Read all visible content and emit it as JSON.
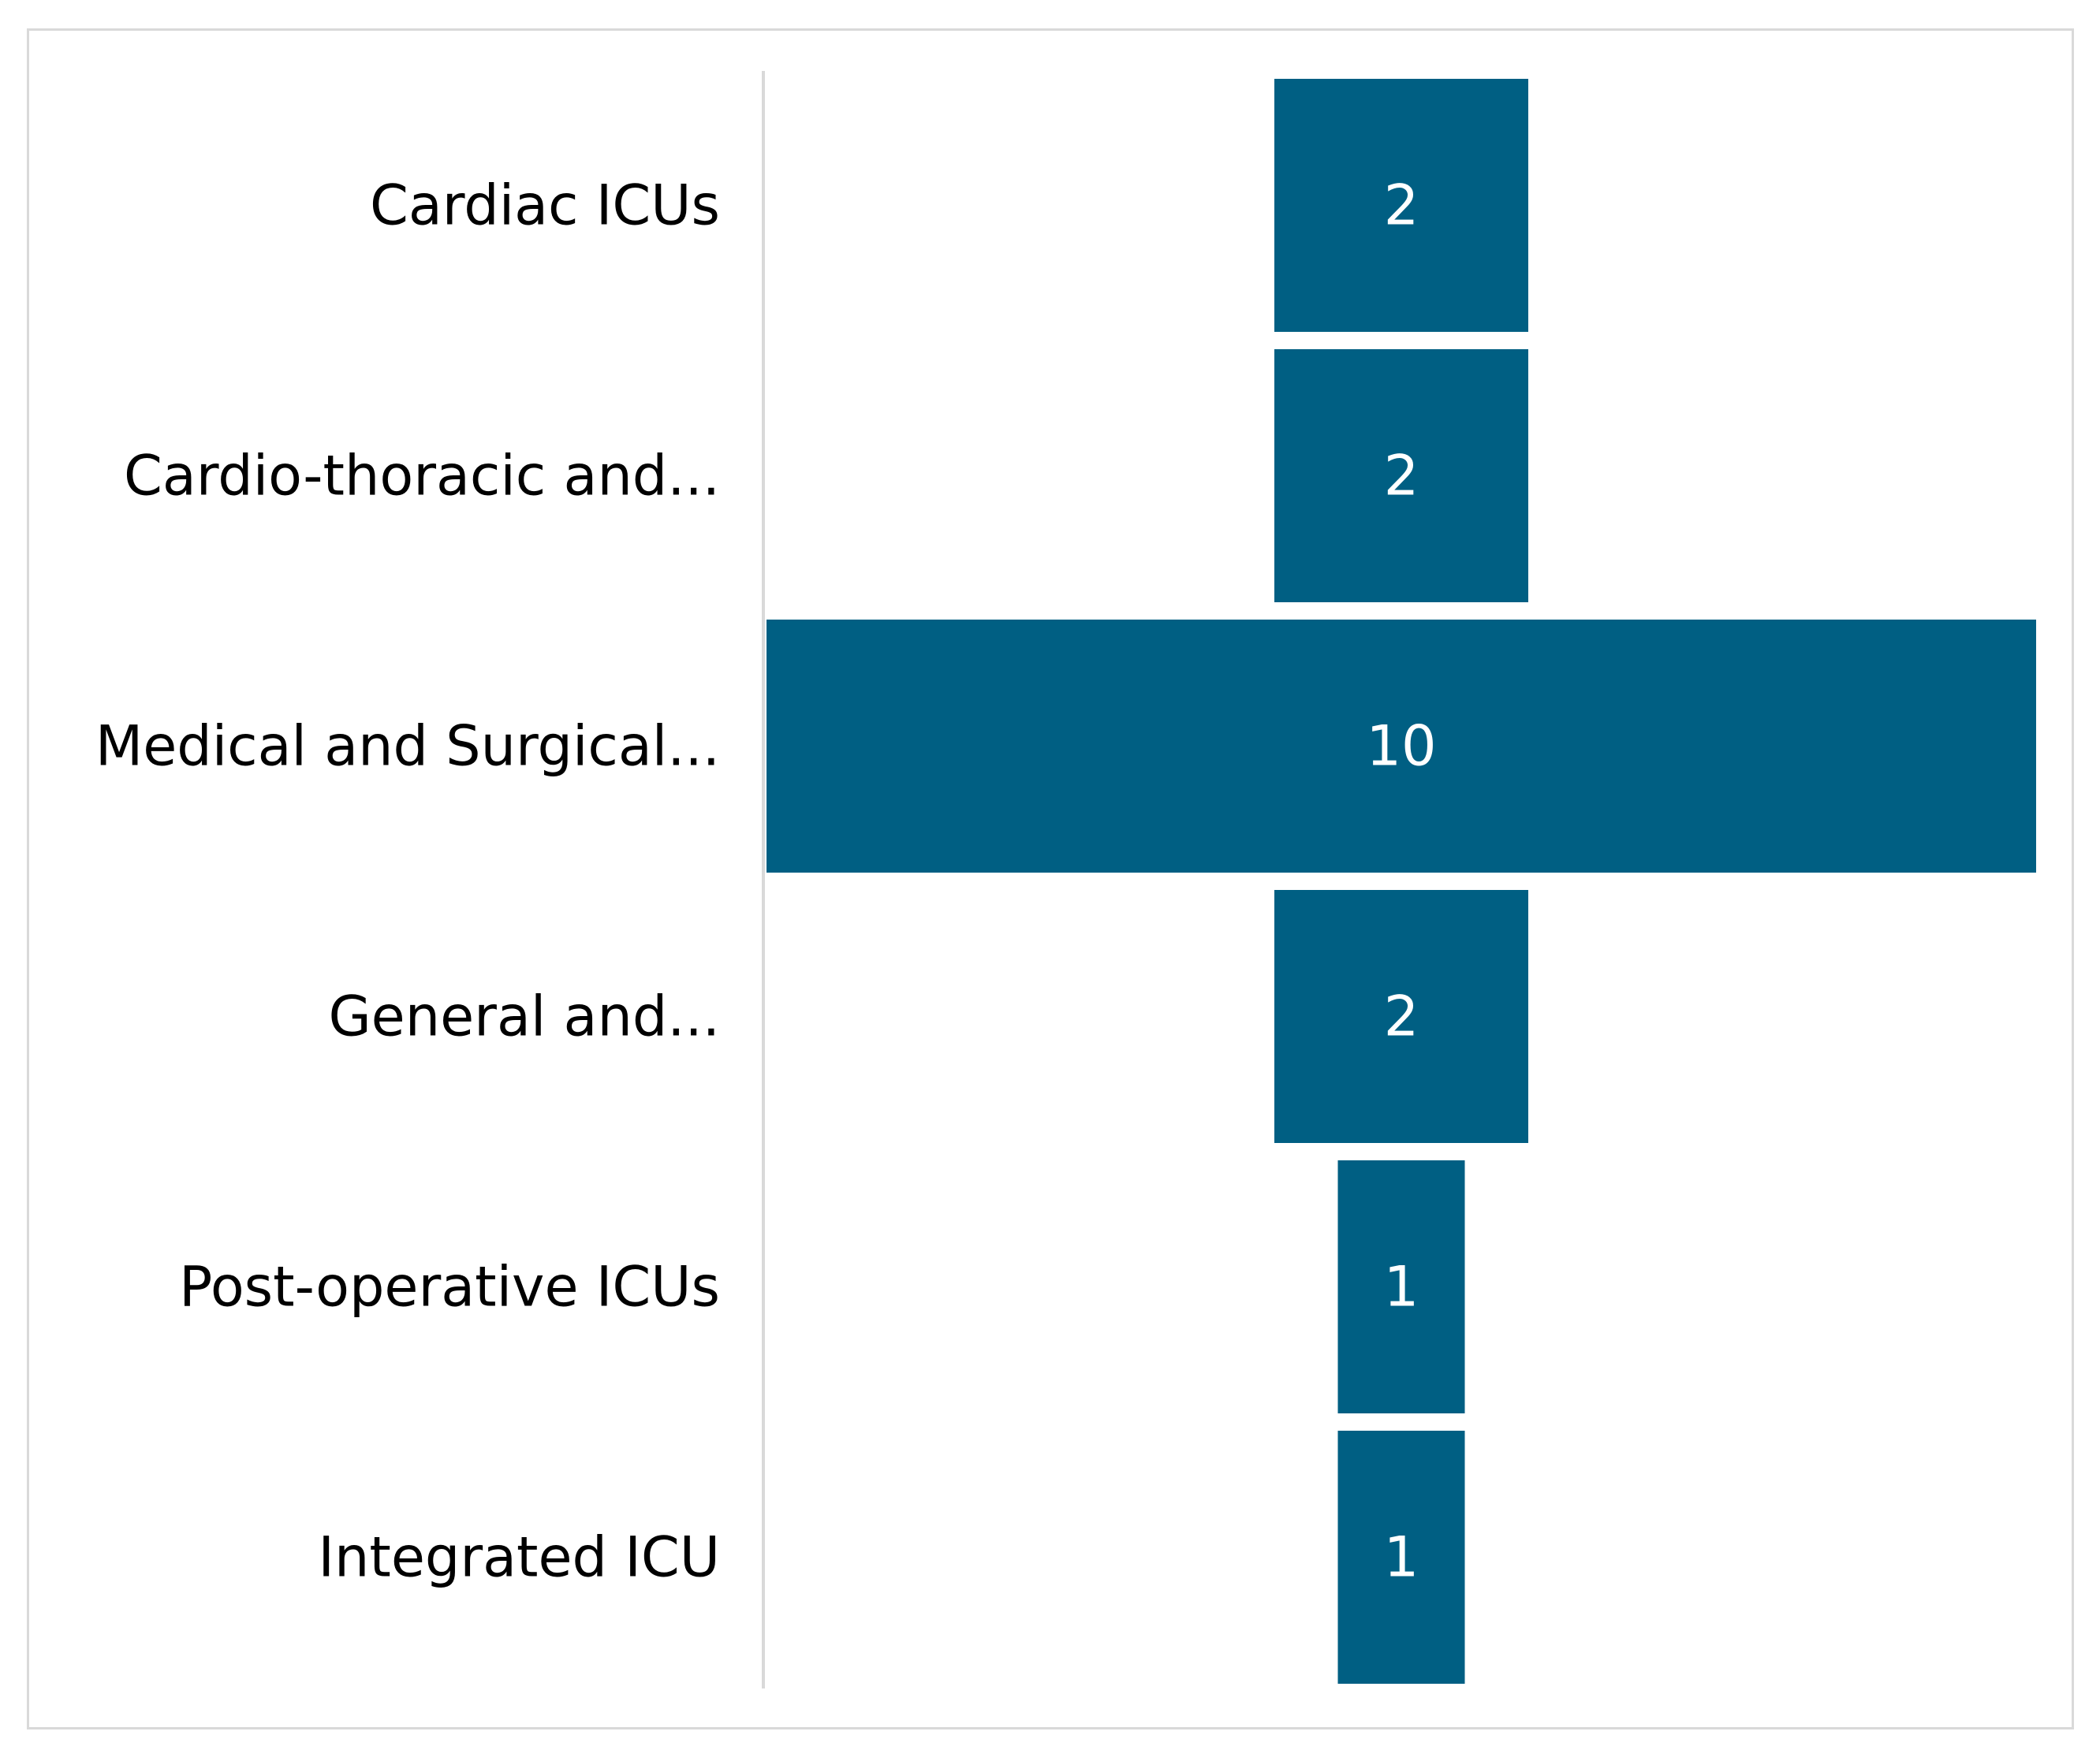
{
  "chart_data": {
    "type": "bar",
    "orientation": "horizontal-funnel",
    "categories": [
      "Cardiac ICUs",
      "Cardio-thoracic and...",
      "Medical and Surgical...",
      "General and...",
      "Post-operative ICUs",
      "Integrated ICU"
    ],
    "values": [
      2,
      2,
      10,
      2,
      1,
      1
    ],
    "data_labels": [
      "2",
      "2",
      "10",
      "2",
      "1",
      "1"
    ],
    "title": "",
    "xlabel": "",
    "ylabel": "",
    "xlim": [
      0,
      10
    ],
    "grid": false,
    "legend": "none",
    "bar_color": "#005f83",
    "axis_color": "#d9d9d9",
    "label_color": "#000000",
    "value_label_color": "#ffffff"
  }
}
